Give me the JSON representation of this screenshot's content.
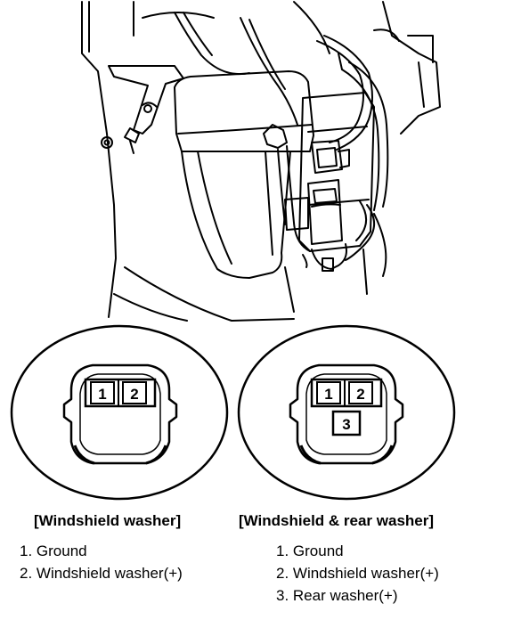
{
  "connectors": [
    {
      "caption": "[Windshield washer]",
      "terminals": [
        "1",
        "2"
      ],
      "legend": [
        "1. Ground",
        "2. Windshield washer(+)"
      ]
    },
    {
      "caption": "[Windshield & rear washer]",
      "terminals": [
        "1",
        "2",
        "3"
      ],
      "legend": [
        "1. Ground",
        "2. Windshield washer(+)",
        "3. Rear washer(+)"
      ]
    }
  ],
  "colors": {
    "ink": "#000000",
    "paper": "#ffffff"
  }
}
